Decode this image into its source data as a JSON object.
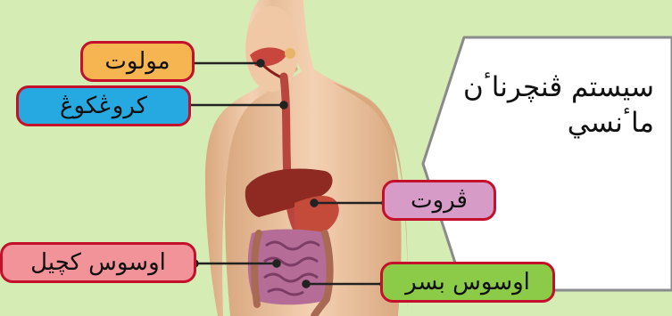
{
  "diagram": {
    "callout_text": {
      "line1": "سيستم ڤنچرناٴن",
      "line2": "ماٴنسي"
    },
    "labels": {
      "mouth": "مولوت",
      "esophagus": "کروڠکوڠ",
      "stomach": "ڤروت",
      "small_intestine": "اوسوس کچيل",
      "large_intestine": "اوسوس بسر"
    },
    "colors": {
      "background": "#d5ecb5",
      "mouth_box": "#f7b552",
      "esophagus_box": "#25a9e0",
      "stomach_box": "#d79bc8",
      "small_intestine_box": "#f2939a",
      "large_intestine_box": "#8ccb47",
      "box_border": "#c4102b"
    }
  }
}
